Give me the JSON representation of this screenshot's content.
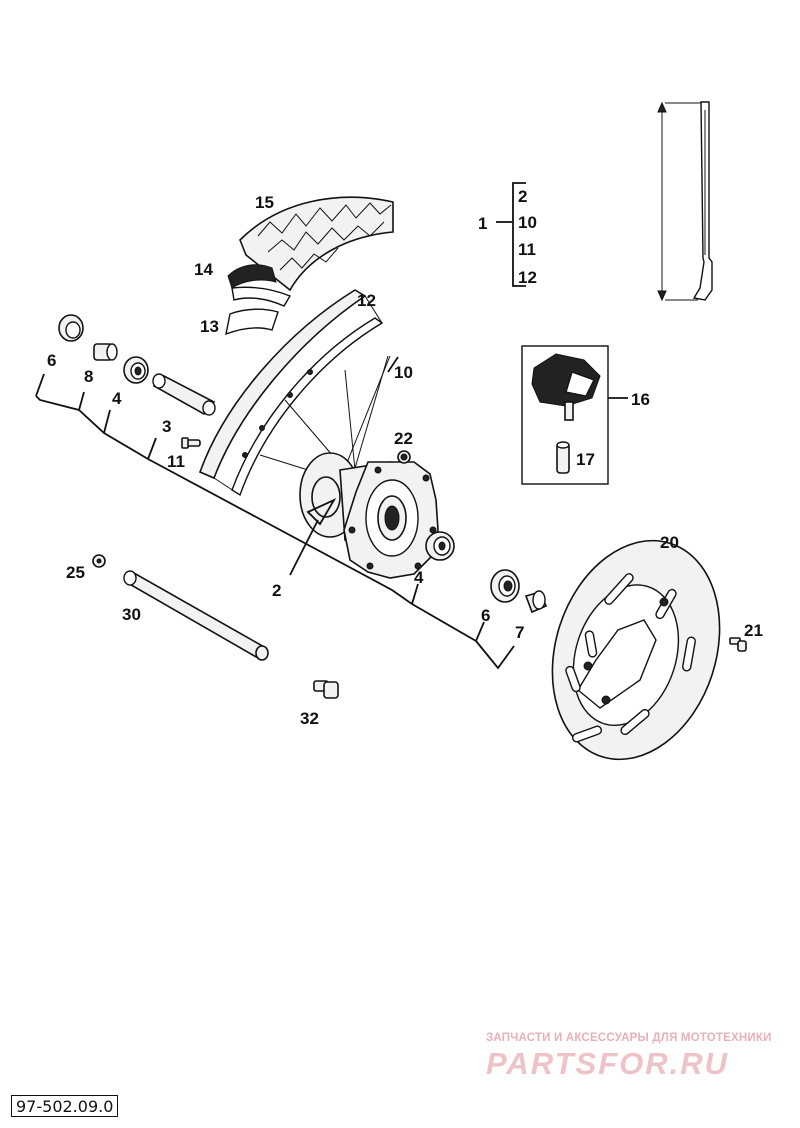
{
  "diagram": {
    "callouts": {
      "c1": "1",
      "c2a": "2",
      "c2b": "2",
      "c3": "3",
      "c4a": "4",
      "c4b": "4",
      "c6a": "6",
      "c6b": "6",
      "c7": "7",
      "c8": "8",
      "c10a": "10",
      "c10b": "10",
      "c11a": "11",
      "c11b": "11",
      "c12a": "12",
      "c12b": "12",
      "c13": "13",
      "c14": "14",
      "c15": "15",
      "c16": "16",
      "c17": "17",
      "c20": "20",
      "c21": "21",
      "c22": "22",
      "c25": "25",
      "c30": "30",
      "c32": "32"
    },
    "document_number": "97-502.09.0",
    "watermark": {
      "tagline": "ЗАПЧАСТИ И АКСЕССУАРЫ ДЛЯ МОТОТЕХНИКИ",
      "logo": "PARTSFOR.RU"
    }
  }
}
